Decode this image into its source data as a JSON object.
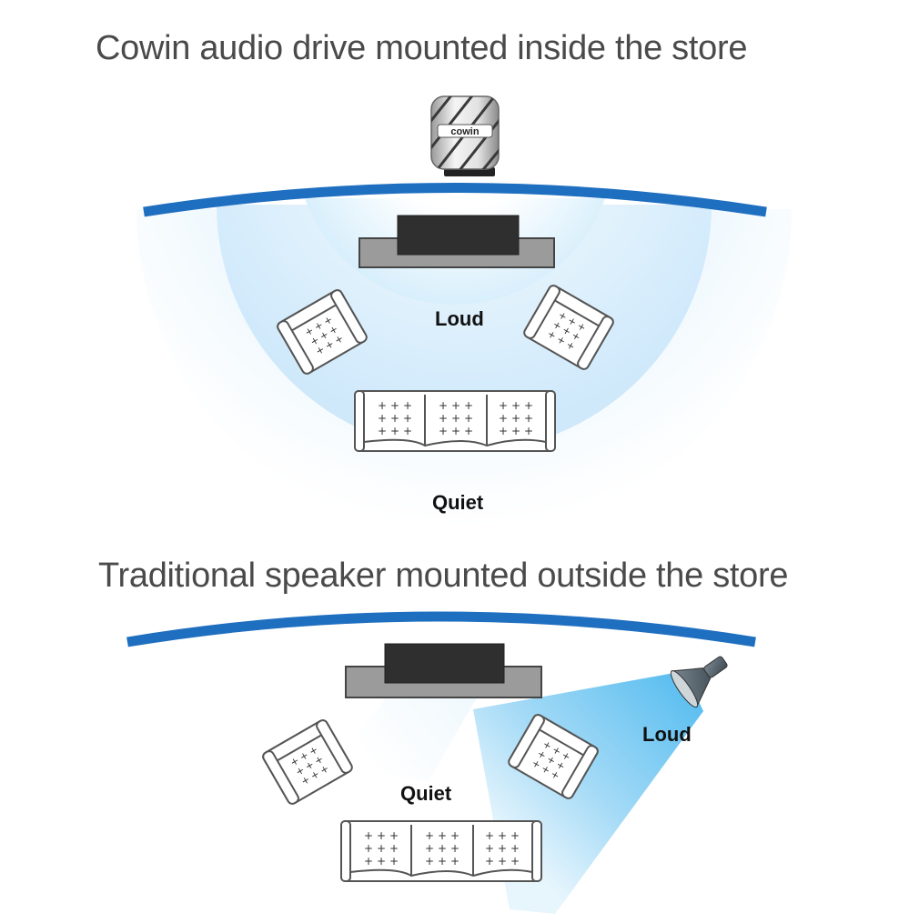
{
  "panels": [
    {
      "heading": "Cowin audio drive mounted inside the store",
      "loud_label": "Loud",
      "quiet_label": "Quiet",
      "brand_mark": "cowin"
    },
    {
      "heading": "Traditional speaker mounted outside the store",
      "loud_label": "Loud",
      "quiet_label": "Quiet"
    }
  ],
  "colors": {
    "wall": "#1f6fc0",
    "sound_light": "#e9f5fd",
    "sound_mid": "#cfe9fb",
    "sound_strong": "#6cc3ef",
    "furniture_line": "#555555",
    "tv": "#2f2f2f",
    "tv_stand": "#9b9b9b",
    "heading_text": "#4a4a4a"
  },
  "icons": [
    "cowin-audio-drive-icon",
    "horn-speaker-icon",
    "armchair-icon",
    "sofa-icon",
    "tv-icon"
  ]
}
